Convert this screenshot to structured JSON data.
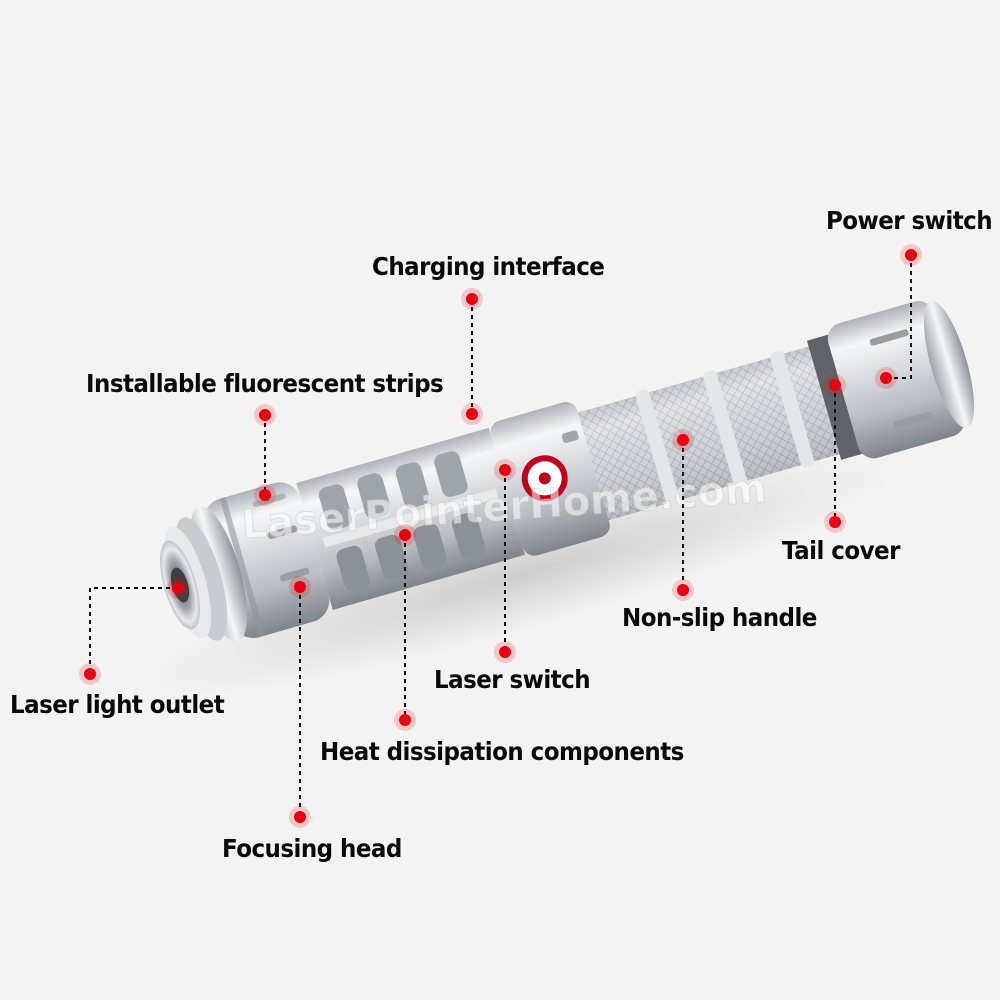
{
  "colors": {
    "background": "#f3f3f3",
    "label_text": "#0a0a0a",
    "marker": "#e8000e",
    "leader_line": "#111111",
    "metal_light": "#f4f5f6",
    "metal_mid": "#c6c9cd",
    "metal_dark": "#8d9196"
  },
  "watermark": "LaserPointerHome.com",
  "callouts": [
    {
      "id": "power-switch",
      "label": "Power switch"
    },
    {
      "id": "charging-interface",
      "label": "Charging interface"
    },
    {
      "id": "installable-fluorescent-strips",
      "label": "Installable fluorescent strips"
    },
    {
      "id": "tail-cover",
      "label": "Tail cover"
    },
    {
      "id": "non-slip-handle",
      "label": "Non-slip handle"
    },
    {
      "id": "laser-switch",
      "label": "Laser switch"
    },
    {
      "id": "laser-light-outlet",
      "label": "Laser light outlet"
    },
    {
      "id": "heat-dissipation-components",
      "label": "Heat dissipation components"
    },
    {
      "id": "focusing-head",
      "label": "Focusing head"
    }
  ]
}
